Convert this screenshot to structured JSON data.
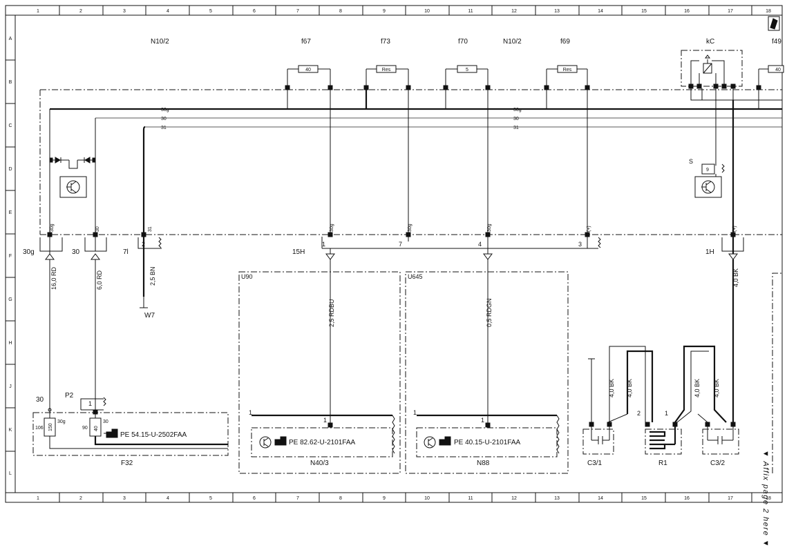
{
  "grid": {
    "columns": [
      "1",
      "2",
      "3",
      "4",
      "5",
      "6",
      "7",
      "8",
      "9",
      "10",
      "11",
      "12",
      "13",
      "14",
      "15",
      "16",
      "17",
      "18"
    ],
    "rows": [
      "A",
      "B",
      "C",
      "D",
      "E",
      "F",
      "G",
      "H",
      "J",
      "K",
      "L"
    ]
  },
  "top_labels": {
    "n10_2_left": "N10/2",
    "f67": "f67",
    "f73": "f73",
    "f70": "f70",
    "n10_2_right": "N10/2",
    "f69": "f69",
    "kc": "kC",
    "f49": "f49"
  },
  "fuses": {
    "f67_value": "40",
    "f73_value": "Res",
    "f70_value": "5",
    "f69_value": "Res",
    "f49_value": "40"
  },
  "bus": {
    "b30g": "30g",
    "b30": "30",
    "b31": "31"
  },
  "pin_tags": {
    "p30g": "30g",
    "p30": "30",
    "p31": "31",
    "p30g_b": "30g",
    "p30g_c": "30g",
    "p30g_d": "30g",
    "p_plus_a": "(+)",
    "p_plus_b": "(+)"
  },
  "connectors": {
    "c30g": "30g",
    "c30": "30",
    "c7l": "7l",
    "c15h": "15H",
    "c1h": "1H",
    "pin1": "1",
    "pin2": "2",
    "pin3": "3",
    "pin4": "4",
    "pin7": "7"
  },
  "wires": {
    "w1": "16,0 RD",
    "w2": "6,0 RD",
    "w3": "2,5 BN",
    "w4": "2,5 RDBU",
    "w5": "0,5 RDGN",
    "w6": "4,0 BK",
    "w7": "4,0 BK",
    "w8": "4,0 BK",
    "w9": "4,0 BK",
    "w10": "4,0 BK"
  },
  "ground": {
    "w7_label": "W7"
  },
  "relay_s": {
    "label": "S",
    "pin": "9"
  },
  "f32": {
    "label": "F32",
    "tag30": "30",
    "p2": "P2",
    "p2_pin": "1",
    "fuse_a_num": "106",
    "fuse_a_val": "150",
    "fuse_a_tag": "30g",
    "fuse_b_num": "90",
    "fuse_b_val": "40",
    "fuse_b_tag": "30",
    "ref": "PE 54.15-U-2502FAA"
  },
  "u90": {
    "code": "U90",
    "label": "N40/3",
    "pin_left": "1",
    "pin_top": "1",
    "ref": "PE 82.62-U-2101FAA"
  },
  "u645": {
    "code": "U645",
    "label": "N88",
    "pin_left": "1",
    "pin_top": "1",
    "ref": "PE 40.15-U-2101FAA"
  },
  "c3_1": {
    "label": "C3/1"
  },
  "r1": {
    "label": "R1",
    "pin2": "2",
    "pin1": "1"
  },
  "c3_2": {
    "label": "C3/2"
  },
  "side_note": "▼ Affix page 2 here ▼"
}
